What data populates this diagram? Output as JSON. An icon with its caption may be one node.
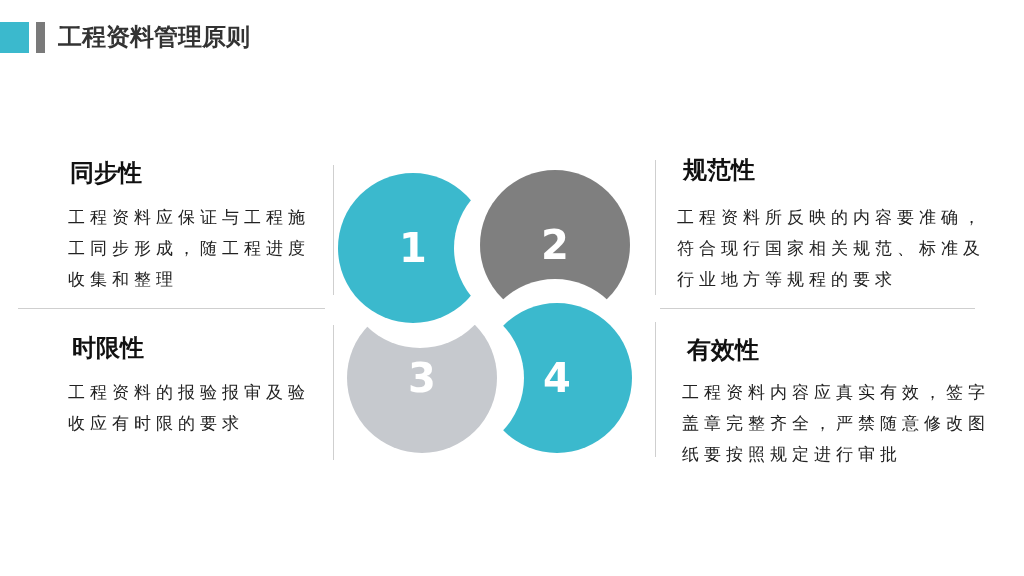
{
  "diagram": {
    "title": "工程资料管理原则",
    "nodes": [
      {
        "text": [
          "1"
        ]
      },
      {
        "text": [
          "2"
        ]
      },
      {
        "text": [
          "3"
        ]
      },
      {
        "text": [
          "4"
        ]
      }
    ],
    "labels": [
      "同步性",
      "工程资料应保证与工程施工同步形成，随工程进度收集和整理",
      "规范性",
      "工程资料所反映的内容要准确，符合现行国家相关规范、标准及行业地方等规程的要求",
      "时限性",
      "工程资料的报验报审及验收应有时限的要求",
      "有效性",
      "工程资料内容应真实有效，签字盖章完整齐全，严禁随意修改图纸要按照规定进行审批"
    ]
  }
}
